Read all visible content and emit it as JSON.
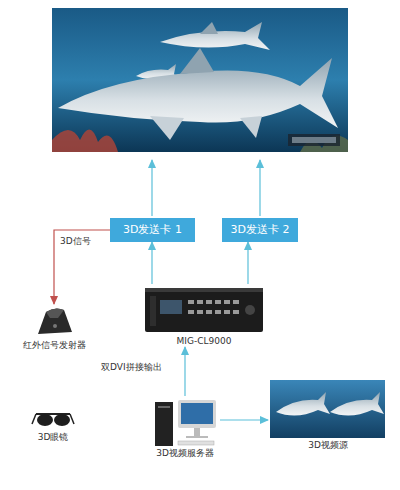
{
  "diagram": {
    "nodes": [
      {
        "text": [
          "3D发送卡 1"
        ]
      },
      {
        "text": [
          "3D发送卡 2"
        ]
      },
      {
        "text": [
          "红外信号发射器"
        ]
      },
      {
        "text": [
          "MIG-CL9000"
        ]
      },
      {
        "text": [
          "3D眼镜"
        ]
      },
      {
        "text": [
          "3D视频服务器"
        ]
      },
      {
        "text": [
          "3D视频源"
        ]
      }
    ],
    "edges": [
      {
        "from": 0,
        "to": 2,
        "label": "3D信号",
        "arrow": "to"
      },
      {
        "from": 3,
        "to": 0,
        "arrow": "to"
      },
      {
        "from": 3,
        "to": 1,
        "arrow": "to"
      },
      {
        "from": 5,
        "to": 3,
        "label": "双DVI拼接输出",
        "arrow": "to"
      },
      {
        "from": 5,
        "to": 6,
        "arrow": "to"
      }
    ]
  }
}
